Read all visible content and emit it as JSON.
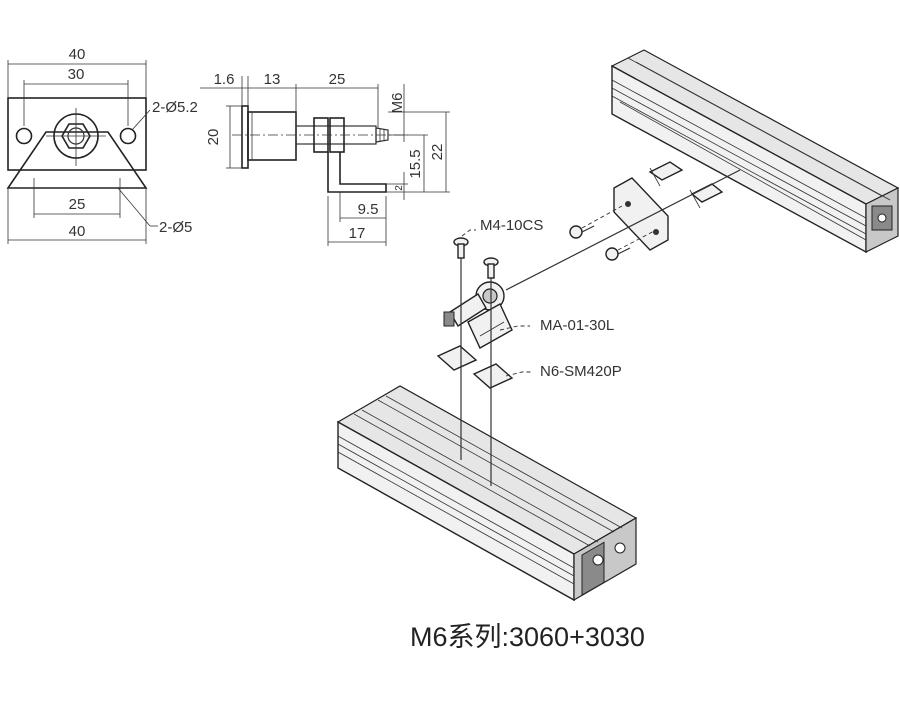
{
  "front_view": {
    "dim_top_outer": "40",
    "dim_top_inner": "30",
    "dim_bottom_inner": "25",
    "dim_bottom_outer": "40",
    "hole_top_label": "2-Ø5.2",
    "hole_bottom_label": "2-Ø5"
  },
  "side_view": {
    "dim_plate": "1.6",
    "dim_body": "13",
    "dim_shaft": "25",
    "dim_height": "20",
    "dim_thread": "M6",
    "dim_axis_height": "15.5",
    "dim_total_height": "22",
    "dim_small": "2",
    "dim_foot": "9.5",
    "dim_base": "17"
  },
  "parts": {
    "screw": "M4-10CS",
    "bracket": "MA-01-30L",
    "nut": "N6-SM420P"
  },
  "caption": "M6系列:3060+3030"
}
